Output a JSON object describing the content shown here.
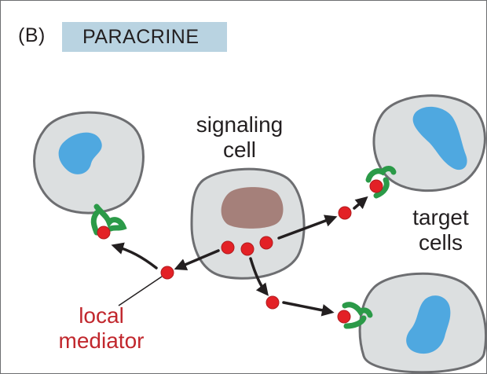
{
  "panel": {
    "letter": "(B)",
    "title": "PARACRINE"
  },
  "labels": {
    "signaling_cell": [
      "signaling",
      "cell"
    ],
    "target_cells": [
      "target",
      "cells"
    ],
    "local_mediator": [
      "local",
      "mediator"
    ]
  },
  "colors": {
    "title_band": "#b9d3e1",
    "cell_fill": "#dcdfe0",
    "cell_stroke": "#6d6e71",
    "target_nucleus": "#4fa8e0",
    "signaling_nucleus": "#a5807a",
    "mediator": "#e32126",
    "receptor": "#2b9a48",
    "label_text": "#231f20",
    "mediator_label": "#c1272d"
  }
}
